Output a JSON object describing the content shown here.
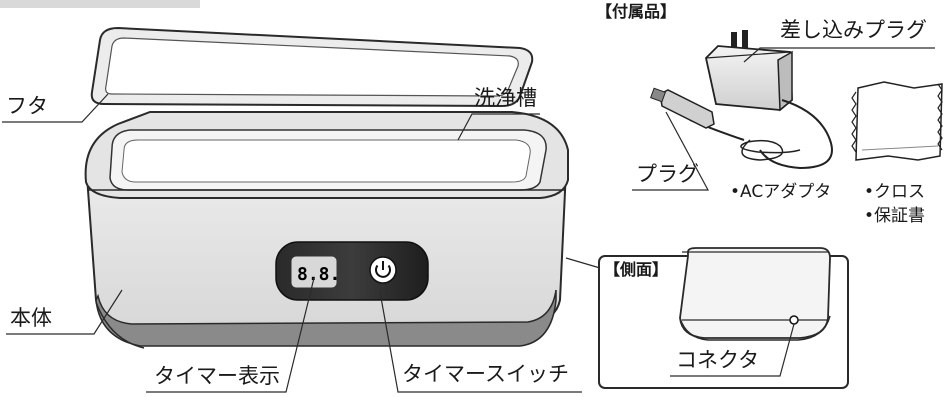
{
  "labels": {
    "lid": "フタ",
    "tank": "洗浄槽",
    "body": "本体",
    "timer_display": "タイマー表示",
    "timer_switch": "タイマースイッチ",
    "display_digits": "8.8."
  },
  "accessories": {
    "heading": "【付属品】",
    "plug_insert": "差し込みプラグ",
    "plug": "プラグ",
    "adapter": "•ACアダプタ",
    "cloth": "•クロス",
    "warranty": "•保証書"
  },
  "side_view": {
    "heading": "【側面】",
    "connector": "コネクタ"
  }
}
